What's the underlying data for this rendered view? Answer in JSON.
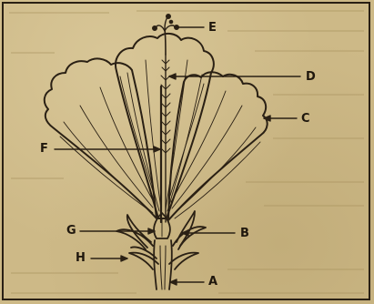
{
  "diagram": {
    "labels": {
      "a": "A",
      "b": "B",
      "c": "C",
      "d": "D",
      "e": "E",
      "f": "F",
      "g": "G",
      "h": "H"
    },
    "colors": {
      "paper": "#cdb987",
      "ink": "#2a2014"
    }
  }
}
